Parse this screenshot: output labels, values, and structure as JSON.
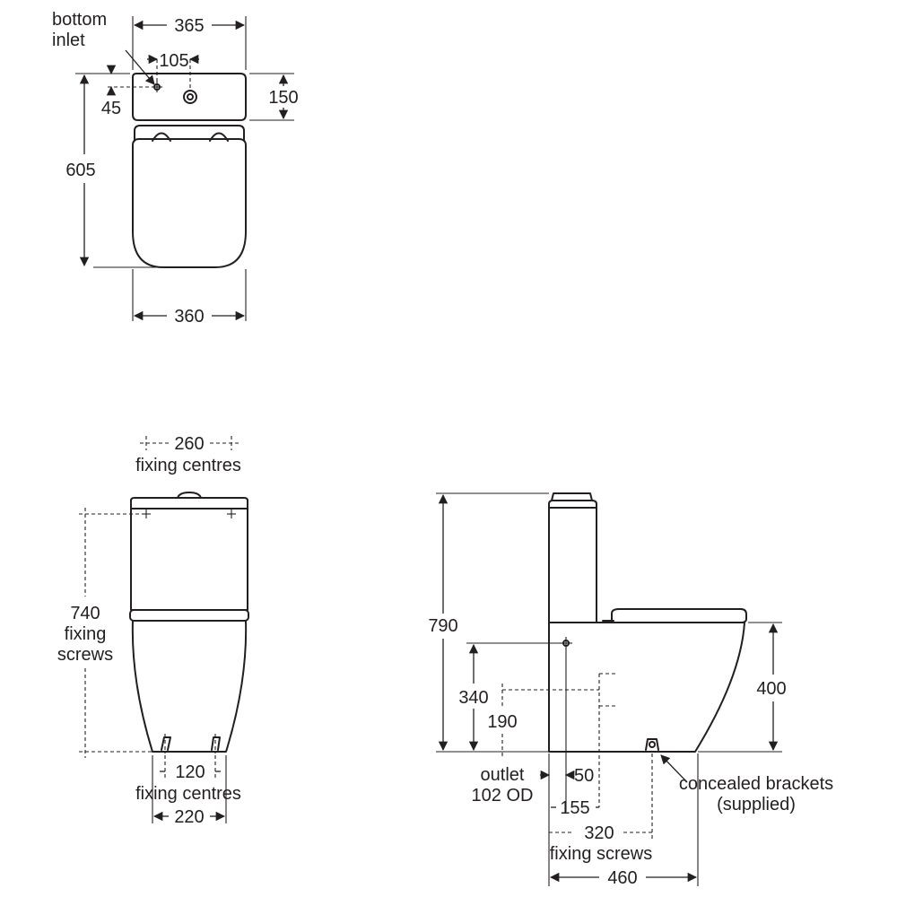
{
  "top_view": {
    "inlet_label_1": "bottom",
    "inlet_label_2": "inlet",
    "dim_width_cistern": "365",
    "dim_inlet_offset": "105",
    "dim_inlet_from_back": "45",
    "dim_cistern_depth": "150",
    "dim_total_depth": "605",
    "dim_width_bowl": "360"
  },
  "front_view": {
    "dim_cistern_fixing": "260",
    "cistern_fixing_label": "fixing centres",
    "dim_fixing_height": "740",
    "fixing_label_1": "fixing",
    "fixing_label_2": "screws",
    "dim_floor_fixing": "120",
    "floor_fixing_label": "fixing centres",
    "dim_base_width": "220"
  },
  "side_view": {
    "dim_total_height": "790",
    "dim_outlet_height": "340",
    "dim_outlet_low": "190",
    "dim_seat_height": "400",
    "outlet_label_1": "outlet",
    "outlet_label_2": "102 OD",
    "dim_50": "50",
    "dim_155": "155",
    "dim_320": "320",
    "screws_label": "fixing screws",
    "dim_460": "460",
    "brackets_label_1": "concealed brackets",
    "brackets_label_2": "(supplied)"
  }
}
